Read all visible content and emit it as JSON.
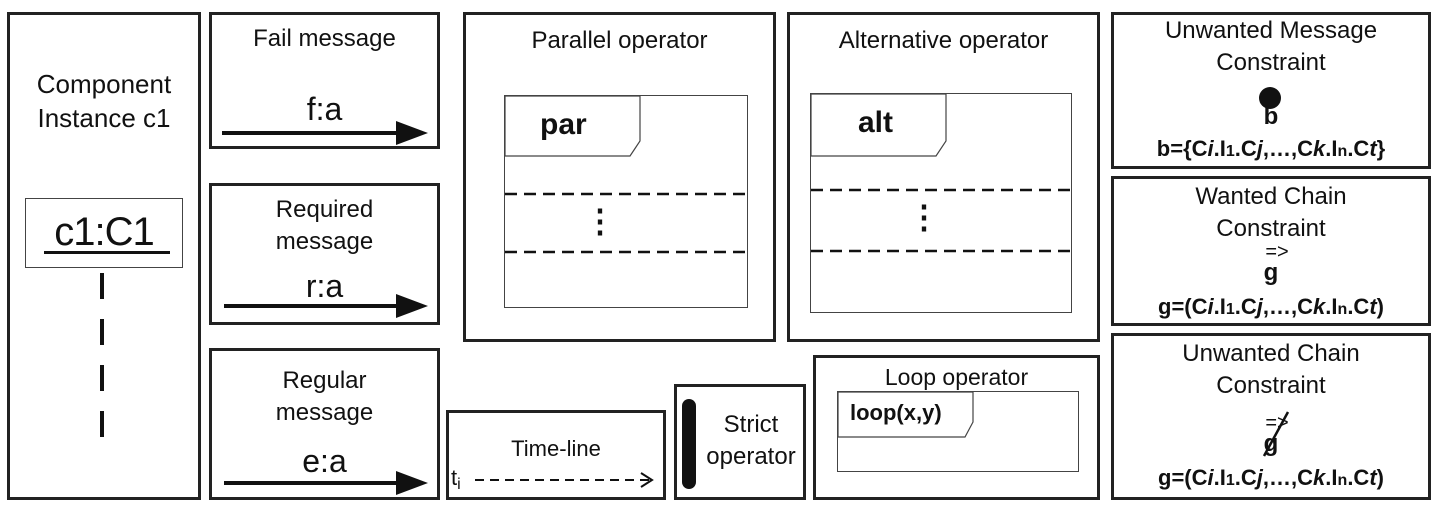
{
  "component": {
    "title": "Component Instance c1",
    "instance_label": "c1:C1"
  },
  "fail": {
    "title": "Fail message",
    "label": "f:a"
  },
  "required": {
    "title": "Required message",
    "label": "r:a"
  },
  "regular": {
    "title": "Regular message",
    "label": "e:a"
  },
  "parallel": {
    "title": "Parallel operator",
    "keyword": "par",
    "ellipsis": "⋮"
  },
  "alternative": {
    "title": "Alternative operator",
    "keyword": "alt",
    "ellipsis": "⋮"
  },
  "timeline": {
    "title": "Time-line",
    "start": "t",
    "start_sub": "i"
  },
  "strict": {
    "title": "Strict operator"
  },
  "loop": {
    "title": "Loop operator",
    "keyword": "loop(x,y)"
  },
  "unwanted_message": {
    "title": "Unwanted Message Constraint",
    "symbol": "b",
    "formula": {
      "lhs": "b={",
      "p1": "C",
      "p1s": "i",
      "p2": ".I",
      "p2s": "1",
      "p3": ".C",
      "p3s": "j",
      "mid": ",…,",
      "q1": "C",
      "q1s": "k",
      "q2": ".I",
      "q2s": "n",
      "q3": ".C",
      "q3s": "t",
      "rhs": "}"
    }
  },
  "wanted_chain": {
    "title": "Wanted Chain Constraint",
    "arrow": "=>",
    "symbol": "g",
    "formula": {
      "lhs": "g=(",
      "p1": "C",
      "p1s": "i",
      "p2": ".I",
      "p2s": "1",
      "p3": ".C",
      "p3s": "j",
      "mid": ",…,",
      "q1": "C",
      "q1s": "k",
      "q2": ".I",
      "q2s": "n",
      "q3": ".C",
      "q3s": "t",
      "rhs": ")"
    }
  },
  "unwanted_chain": {
    "title": "Unwanted Chain Constraint",
    "arrow": "=>",
    "symbol": "g",
    "formula": {
      "lhs": "g=(",
      "p1": "C",
      "p1s": "i",
      "p2": ".I",
      "p2s": "1",
      "p3": ".C",
      "p3s": "j",
      "mid": ",…,",
      "q1": "C",
      "q1s": "k",
      "q2": ".I",
      "q2s": "n",
      "q3": ".C",
      "q3s": "t",
      "rhs": ")"
    }
  }
}
